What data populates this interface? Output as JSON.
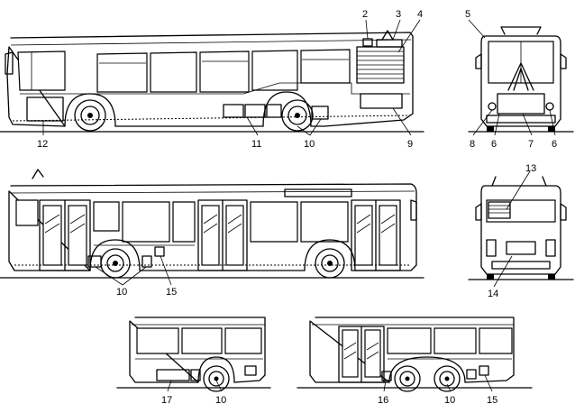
{
  "callouts": {
    "c2": "2",
    "c3": "3",
    "c4": "4",
    "c5": "5",
    "c12": "12",
    "c11": "11",
    "c10a": "10",
    "c9": "9",
    "c8": "8",
    "c6a": "6",
    "c7": "7",
    "c6b": "6",
    "c13": "13",
    "c10b": "10",
    "c15a": "15",
    "c14": "14",
    "c17": "17",
    "c10c": "10",
    "c16": "16",
    "c10d": "10",
    "c15b": "15"
  },
  "colors": {
    "line": "#000000",
    "background": "#ffffff"
  }
}
